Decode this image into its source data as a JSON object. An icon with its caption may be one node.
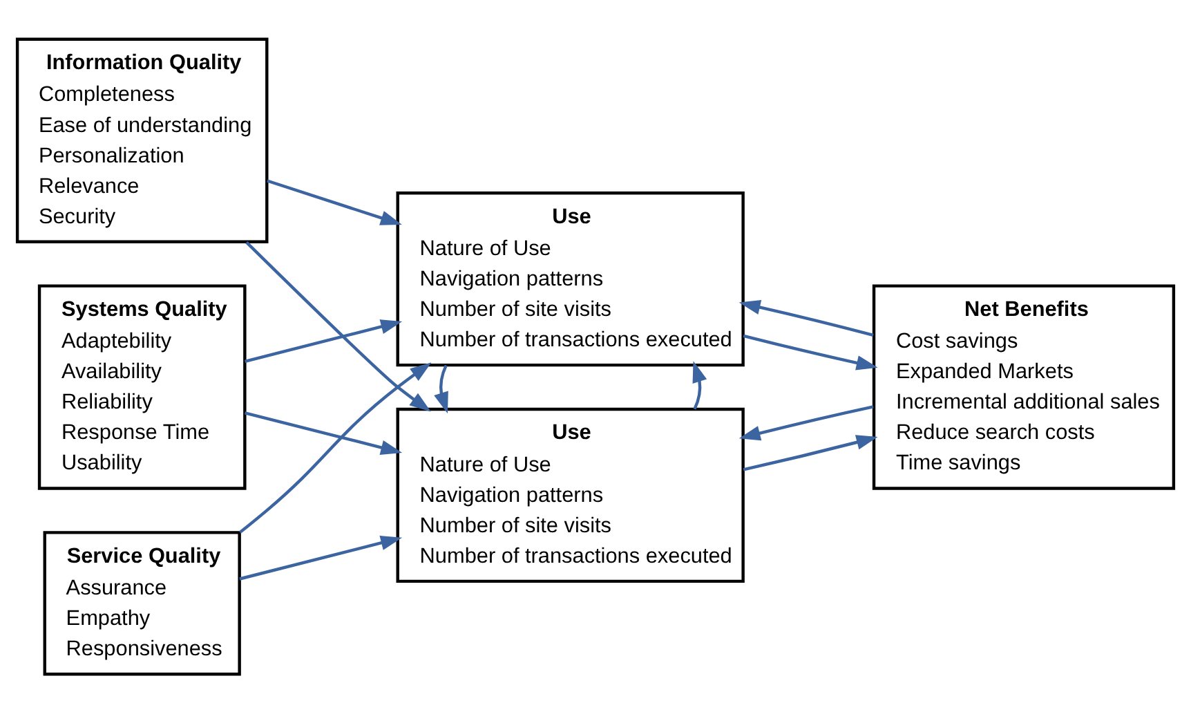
{
  "diagram": {
    "nodes": [
      {
        "text": [
          "Information Quality",
          "Completeness",
          "Ease of understanding",
          "Personalization",
          "Relevance",
          "Security"
        ]
      },
      {
        "text": [
          "Systems Quality",
          "Adaptebility",
          "Availability",
          "Reliability",
          "Response Time",
          "Usability"
        ]
      },
      {
        "text": [
          "Service Quality",
          "Assurance",
          "Empathy",
          "Responsiveness"
        ]
      },
      {
        "text": [
          "Use",
          "Nature of Use",
          "Navigation patterns",
          "Number of site visits",
          "Number of transactions executed"
        ]
      },
      {
        "text": [
          "Use",
          "Nature of Use",
          "Navigation patterns",
          "Number of site visits",
          "Number of transactions executed"
        ]
      },
      {
        "text": [
          "Net Benefits",
          "Cost savings",
          "Expanded Markets",
          "Incremental additional sales",
          "Reduce search costs",
          "Time savings"
        ]
      }
    ],
    "edges": [
      {
        "from": 0,
        "to": 3,
        "arrow": "to"
      },
      {
        "from": 0,
        "to": 4,
        "arrow": "to"
      },
      {
        "from": 1,
        "to": 3,
        "arrow": "to"
      },
      {
        "from": 1,
        "to": 4,
        "arrow": "to"
      },
      {
        "from": 2,
        "to": 3,
        "arrow": "to"
      },
      {
        "from": 2,
        "to": 4,
        "arrow": "to"
      },
      {
        "from": 3,
        "to": 4,
        "arrow": "to"
      },
      {
        "from": 4,
        "to": 3,
        "arrow": "to"
      },
      {
        "from": 3,
        "to": 5,
        "arrow": "to"
      },
      {
        "from": 4,
        "to": 5,
        "arrow": "to"
      },
      {
        "from": 5,
        "to": 3,
        "arrow": "to"
      },
      {
        "from": 5,
        "to": 4,
        "arrow": "to"
      }
    ]
  }
}
